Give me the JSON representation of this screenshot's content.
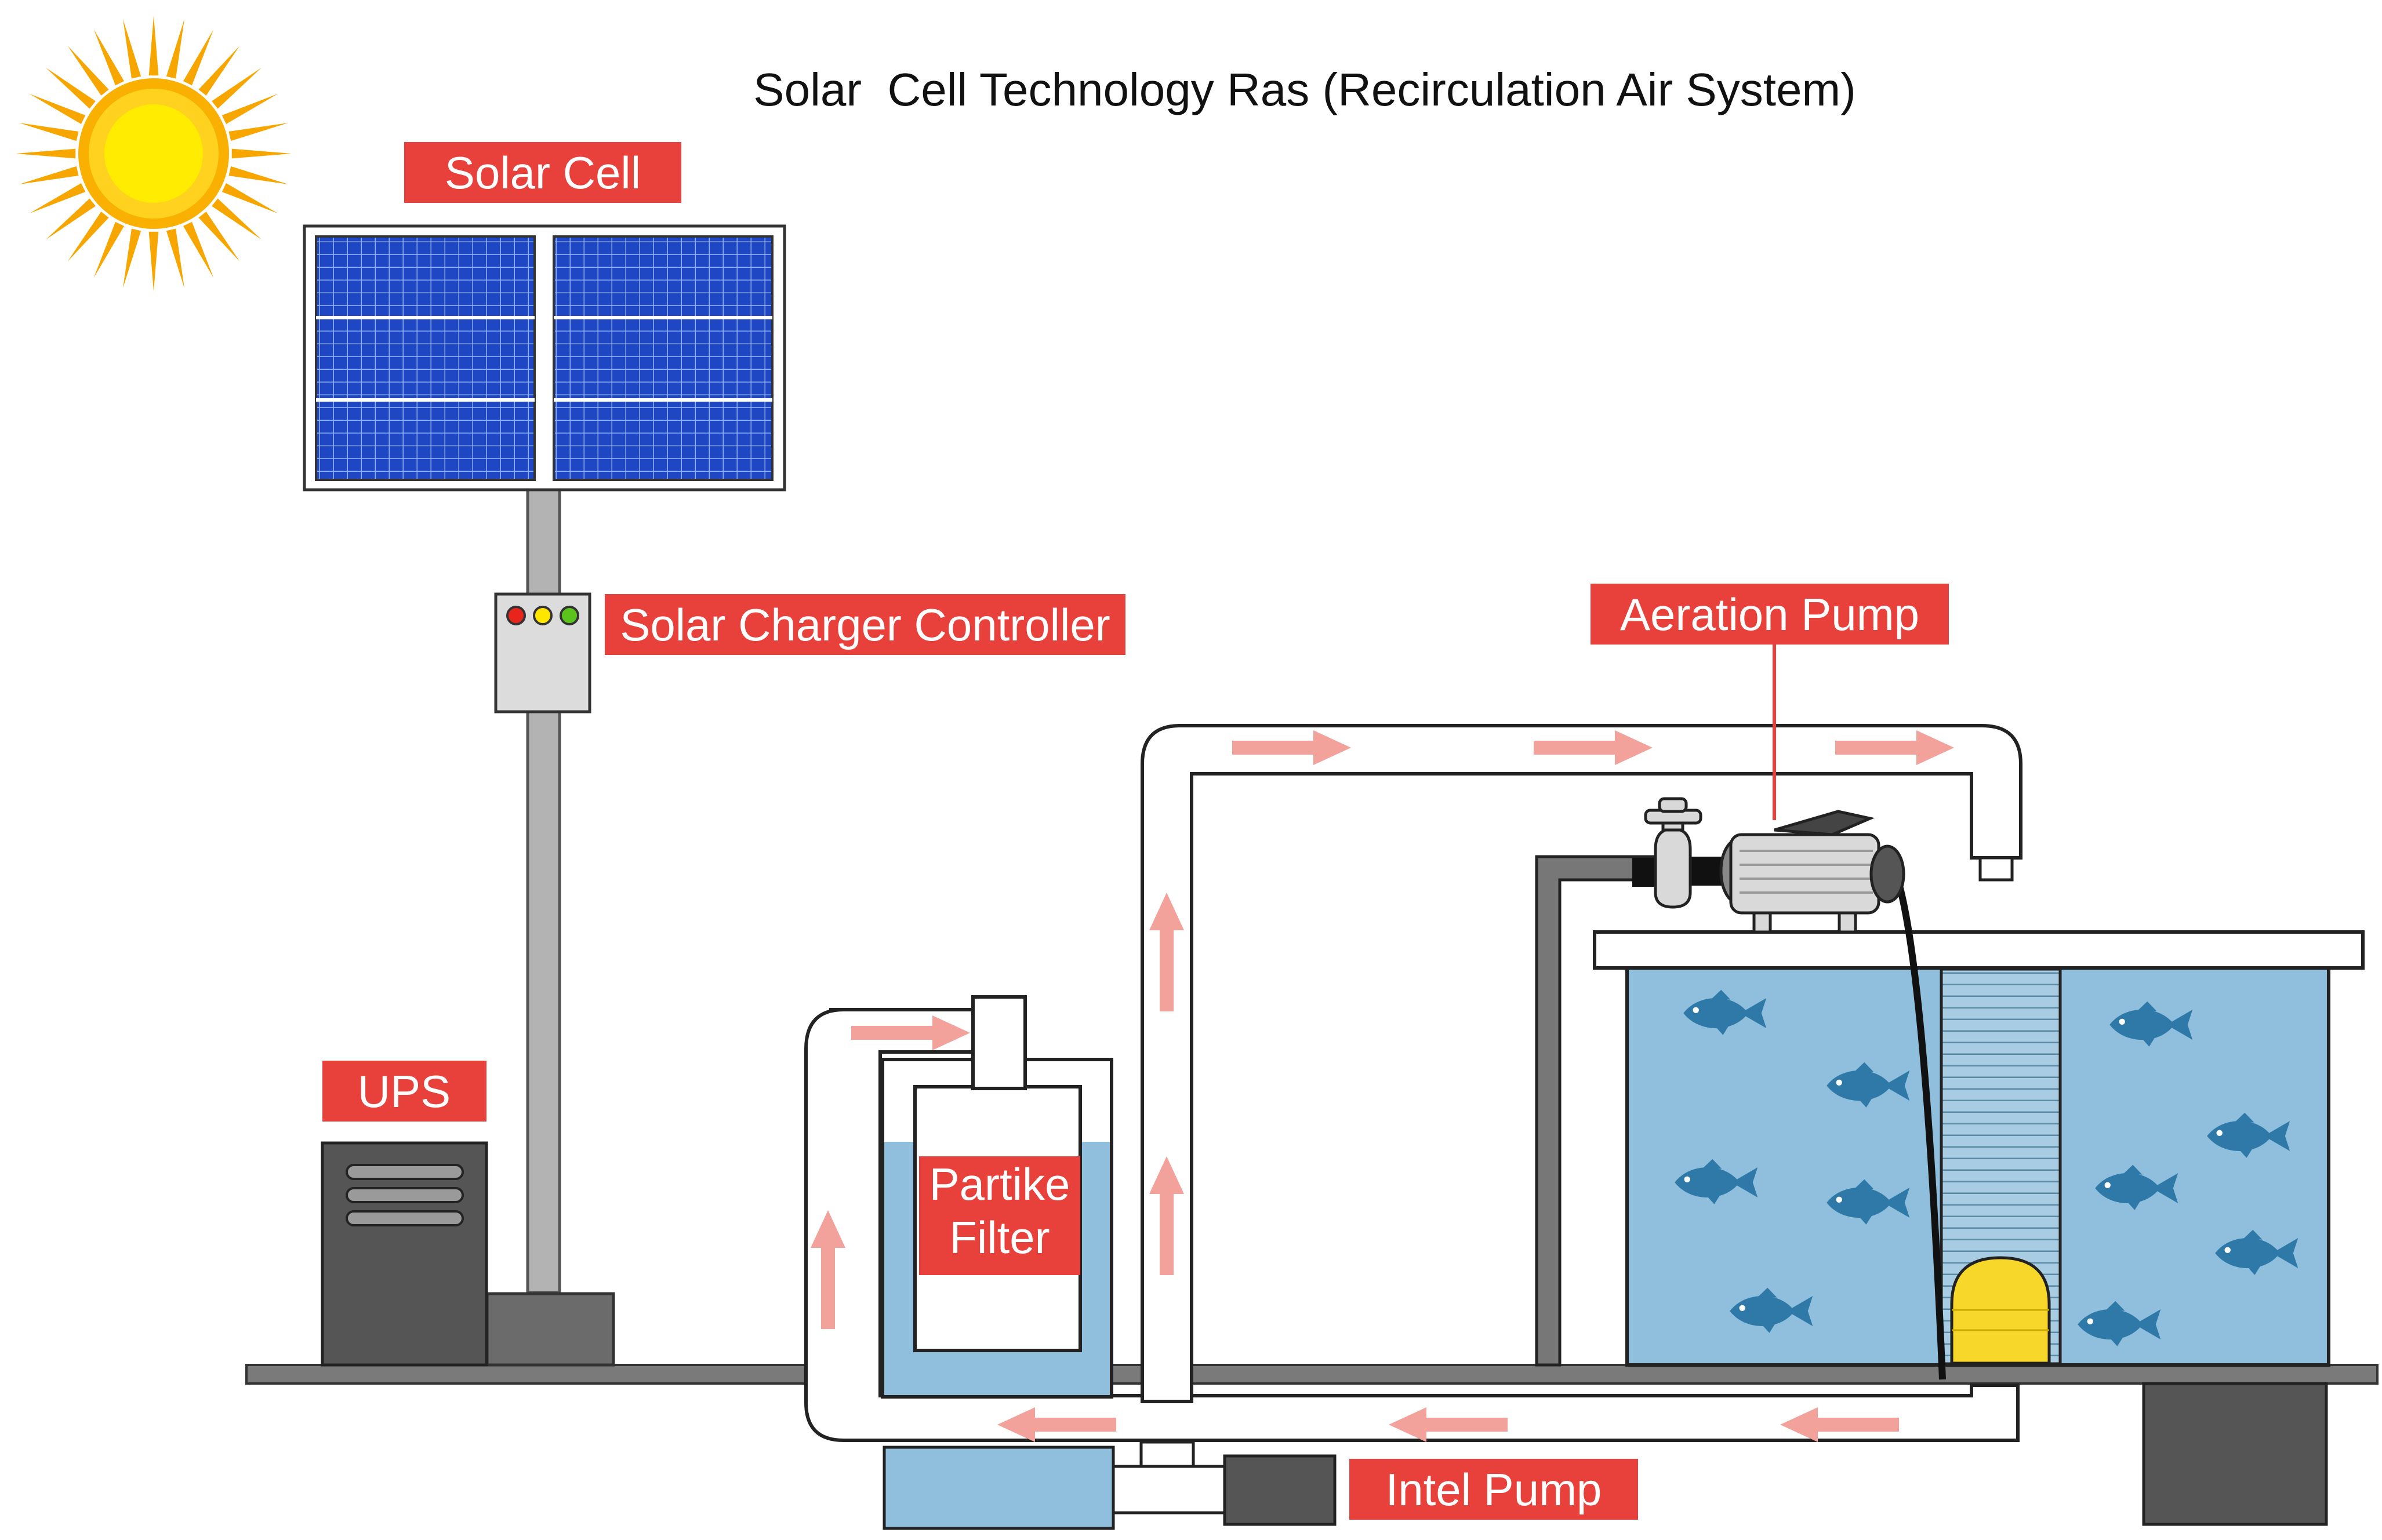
{
  "title": "Solar  Cell Technology Ras (Recirculation Air System)",
  "labels": {
    "solar_cell": "Solar Cell",
    "charger": "Solar Charger Controller",
    "ups": "UPS",
    "aeration_pump": "Aeration Pump",
    "filter_line1": "Partike",
    "filter_line2": "Filter",
    "intel_pump": "Intel Pump"
  },
  "colors": {
    "label_background": "#e8413c",
    "label_text": "#ffffff",
    "flow_arrow": "#f2a29a",
    "water": "#8fbfdc",
    "fish": "#2f79a8",
    "solar_panel": "#1f47c4",
    "sun": "#f7a600",
    "airstone": "#f7d82a"
  },
  "icons": [
    "sun-icon",
    "fish-icon",
    "flow-arrow-icon",
    "faucet-icon",
    "motor-icon"
  ],
  "flow_direction": [
    "up",
    "right",
    "left"
  ]
}
